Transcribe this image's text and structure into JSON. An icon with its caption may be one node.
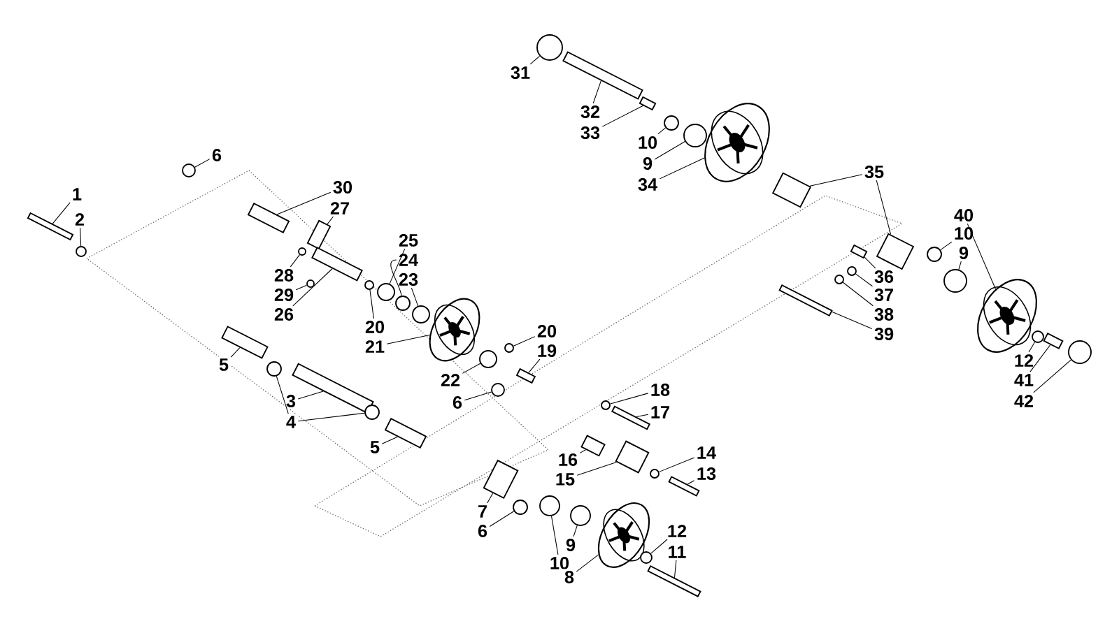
{
  "diagram": {
    "nodes": [
      {
        "text": [
          "1"
        ]
      },
      {
        "text": [
          "2"
        ]
      },
      {
        "text": [
          "6"
        ]
      },
      {
        "text": [
          "30"
        ]
      },
      {
        "text": [
          "27"
        ]
      },
      {
        "text": [
          "28"
        ]
      },
      {
        "text": [
          "29"
        ]
      },
      {
        "text": [
          "26"
        ]
      },
      {
        "text": [
          "25"
        ]
      },
      {
        "text": [
          "24"
        ]
      },
      {
        "text": [
          "23"
        ]
      },
      {
        "text": [
          "20"
        ]
      },
      {
        "text": [
          "21"
        ]
      },
      {
        "text": [
          "20"
        ]
      },
      {
        "text": [
          "19"
        ]
      },
      {
        "text": [
          "22"
        ]
      },
      {
        "text": [
          "6"
        ]
      },
      {
        "text": [
          "18"
        ]
      },
      {
        "text": [
          "17"
        ]
      },
      {
        "text": [
          "16"
        ]
      },
      {
        "text": [
          "15"
        ]
      },
      {
        "text": [
          "14"
        ]
      },
      {
        "text": [
          "13"
        ]
      },
      {
        "text": [
          "7"
        ]
      },
      {
        "text": [
          "6"
        ]
      },
      {
        "text": [
          "9"
        ]
      },
      {
        "text": [
          "10"
        ]
      },
      {
        "text": [
          "8"
        ]
      },
      {
        "text": [
          "12"
        ]
      },
      {
        "text": [
          "11"
        ]
      },
      {
        "text": [
          "5"
        ]
      },
      {
        "text": [
          "3"
        ]
      },
      {
        "text": [
          "4"
        ]
      },
      {
        "text": [
          "5"
        ]
      },
      {
        "text": [
          "31"
        ]
      },
      {
        "text": [
          "32"
        ]
      },
      {
        "text": [
          "33"
        ]
      },
      {
        "text": [
          "10"
        ]
      },
      {
        "text": [
          "9"
        ]
      },
      {
        "text": [
          "34"
        ]
      },
      {
        "text": [
          "35"
        ]
      },
      {
        "text": [
          "36"
        ]
      },
      {
        "text": [
          "37"
        ]
      },
      {
        "text": [
          "38"
        ]
      },
      {
        "text": [
          "39"
        ]
      },
      {
        "text": [
          "40"
        ]
      },
      {
        "text": [
          "10"
        ]
      },
      {
        "text": [
          "9"
        ]
      },
      {
        "text": [
          "12"
        ]
      },
      {
        "text": [
          "41"
        ]
      },
      {
        "text": [
          "42"
        ]
      },
      {
        "text": [],
        "shape": "bar"
      },
      {
        "text": [],
        "shape": "circle"
      },
      {
        "text": [],
        "shape": "circle"
      },
      {
        "text": [],
        "shape": "bar"
      },
      {
        "text": [],
        "shape": "box"
      },
      {
        "text": [],
        "shape": "circle"
      },
      {
        "text": [],
        "shape": "circle"
      },
      {
        "text": [],
        "shape": "bar"
      },
      {
        "text": [],
        "shape": "circle"
      },
      {
        "text": [],
        "shape": "circle"
      },
      {
        "text": [],
        "shape": "circle"
      },
      {
        "text": [],
        "shape": "circle"
      },
      {
        "text": [],
        "shape": "wheel"
      },
      {
        "text": [],
        "shape": "circle"
      },
      {
        "text": [],
        "shape": "bar"
      },
      {
        "text": [],
        "shape": "circle"
      },
      {
        "text": [],
        "shape": "circle"
      },
      {
        "text": [],
        "shape": "circle"
      },
      {
        "text": [],
        "shape": "bar"
      },
      {
        "text": [],
        "shape": "bar"
      },
      {
        "text": [],
        "shape": "box"
      },
      {
        "text": [],
        "shape": "circle"
      },
      {
        "text": [],
        "shape": "bar"
      },
      {
        "text": [],
        "shape": "box"
      },
      {
        "text": [],
        "shape": "circle"
      },
      {
        "text": [],
        "shape": "circle"
      },
      {
        "text": [],
        "shape": "circle"
      },
      {
        "text": [],
        "shape": "wheel"
      },
      {
        "text": [],
        "shape": "circle"
      },
      {
        "text": [],
        "shape": "bar"
      },
      {
        "text": [],
        "shape": "bar"
      },
      {
        "text": [],
        "shape": "bar"
      },
      {
        "text": [],
        "shape": "circle"
      },
      {
        "text": [],
        "shape": "circle"
      },
      {
        "text": [],
        "shape": "bar"
      },
      {
        "text": [],
        "shape": "circle"
      },
      {
        "text": [],
        "shape": "bar"
      },
      {
        "text": [],
        "shape": "bar"
      },
      {
        "text": [],
        "shape": "circle"
      },
      {
        "text": [],
        "shape": "circle"
      },
      {
        "text": [],
        "shape": "wheel"
      },
      {
        "text": [],
        "shape": "box"
      },
      {
        "text": [],
        "shape": "box"
      },
      {
        "text": [],
        "shape": "bar"
      },
      {
        "text": [],
        "shape": "circle"
      },
      {
        "text": [],
        "shape": "circle"
      },
      {
        "text": [],
        "shape": "bar"
      },
      {
        "text": [],
        "shape": "wheel"
      },
      {
        "text": [],
        "shape": "circle"
      },
      {
        "text": [],
        "shape": "circle"
      },
      {
        "text": [],
        "shape": "circle"
      },
      {
        "text": [],
        "shape": "bar"
      },
      {
        "text": [],
        "shape": "circle"
      }
    ],
    "edges": [
      {
        "from": 0,
        "to": 51,
        "arrow": "none"
      },
      {
        "from": 1,
        "to": 52,
        "arrow": "none"
      },
      {
        "from": 2,
        "to": 53,
        "arrow": "none"
      },
      {
        "from": 3,
        "to": 54,
        "arrow": "none"
      },
      {
        "from": 4,
        "to": 55,
        "arrow": "none"
      },
      {
        "from": 5,
        "to": 56,
        "arrow": "none"
      },
      {
        "from": 6,
        "to": 57,
        "arrow": "none"
      },
      {
        "from": 7,
        "to": 58,
        "arrow": "none"
      },
      {
        "from": 8,
        "to": 59,
        "arrow": "none"
      },
      {
        "from": 9,
        "to": 60,
        "arrow": "none"
      },
      {
        "from": 10,
        "to": 61,
        "arrow": "none"
      },
      {
        "from": 11,
        "to": 62,
        "arrow": "none"
      },
      {
        "from": 12,
        "to": 63,
        "arrow": "none"
      },
      {
        "from": 13,
        "to": 64,
        "arrow": "none"
      },
      {
        "from": 14,
        "to": 65,
        "arrow": "none"
      },
      {
        "from": 15,
        "to": 66,
        "arrow": "none"
      },
      {
        "from": 16,
        "to": 67,
        "arrow": "none"
      },
      {
        "from": 17,
        "to": 68,
        "arrow": "none"
      },
      {
        "from": 18,
        "to": 69,
        "arrow": "none"
      },
      {
        "from": 19,
        "to": 70,
        "arrow": "none"
      },
      {
        "from": 20,
        "to": 71,
        "arrow": "none"
      },
      {
        "from": 21,
        "to": 72,
        "arrow": "none"
      },
      {
        "from": 22,
        "to": 73,
        "arrow": "none"
      },
      {
        "from": 23,
        "to": 74,
        "arrow": "none"
      },
      {
        "from": 24,
        "to": 75,
        "arrow": "none"
      },
      {
        "from": 25,
        "to": 76,
        "arrow": "none"
      },
      {
        "from": 26,
        "to": 77,
        "arrow": "none"
      },
      {
        "from": 27,
        "to": 78,
        "arrow": "none"
      },
      {
        "from": 28,
        "to": 79,
        "arrow": "none"
      },
      {
        "from": 29,
        "to": 80,
        "arrow": "none"
      },
      {
        "from": 30,
        "to": 81,
        "arrow": "none"
      },
      {
        "from": 31,
        "to": 82,
        "arrow": "none"
      },
      {
        "from": 32,
        "to": 83,
        "arrow": "none"
      },
      {
        "from": 32,
        "to": 84,
        "arrow": "none"
      },
      {
        "from": 33,
        "to": 85,
        "arrow": "none"
      },
      {
        "from": 34,
        "to": 86,
        "arrow": "none"
      },
      {
        "from": 35,
        "to": 87,
        "arrow": "none"
      },
      {
        "from": 36,
        "to": 88,
        "arrow": "none"
      },
      {
        "from": 37,
        "to": 89,
        "arrow": "none"
      },
      {
        "from": 38,
        "to": 90,
        "arrow": "none"
      },
      {
        "from": 39,
        "to": 91,
        "arrow": "none"
      },
      {
        "from": 40,
        "to": 92,
        "arrow": "none"
      },
      {
        "from": 40,
        "to": 93,
        "arrow": "none"
      },
      {
        "from": 41,
        "to": 94,
        "arrow": "none"
      },
      {
        "from": 42,
        "to": 95,
        "arrow": "none"
      },
      {
        "from": 43,
        "to": 96,
        "arrow": "none"
      },
      {
        "from": 44,
        "to": 97,
        "arrow": "none"
      },
      {
        "from": 45,
        "to": 98,
        "arrow": "none"
      },
      {
        "from": 46,
        "to": 99,
        "arrow": "none"
      },
      {
        "from": 47,
        "to": 100,
        "arrow": "none"
      },
      {
        "from": 48,
        "to": 101,
        "arrow": "none"
      },
      {
        "from": 49,
        "to": 102,
        "arrow": "none"
      },
      {
        "from": 50,
        "to": 103,
        "arrow": "none"
      }
    ]
  }
}
